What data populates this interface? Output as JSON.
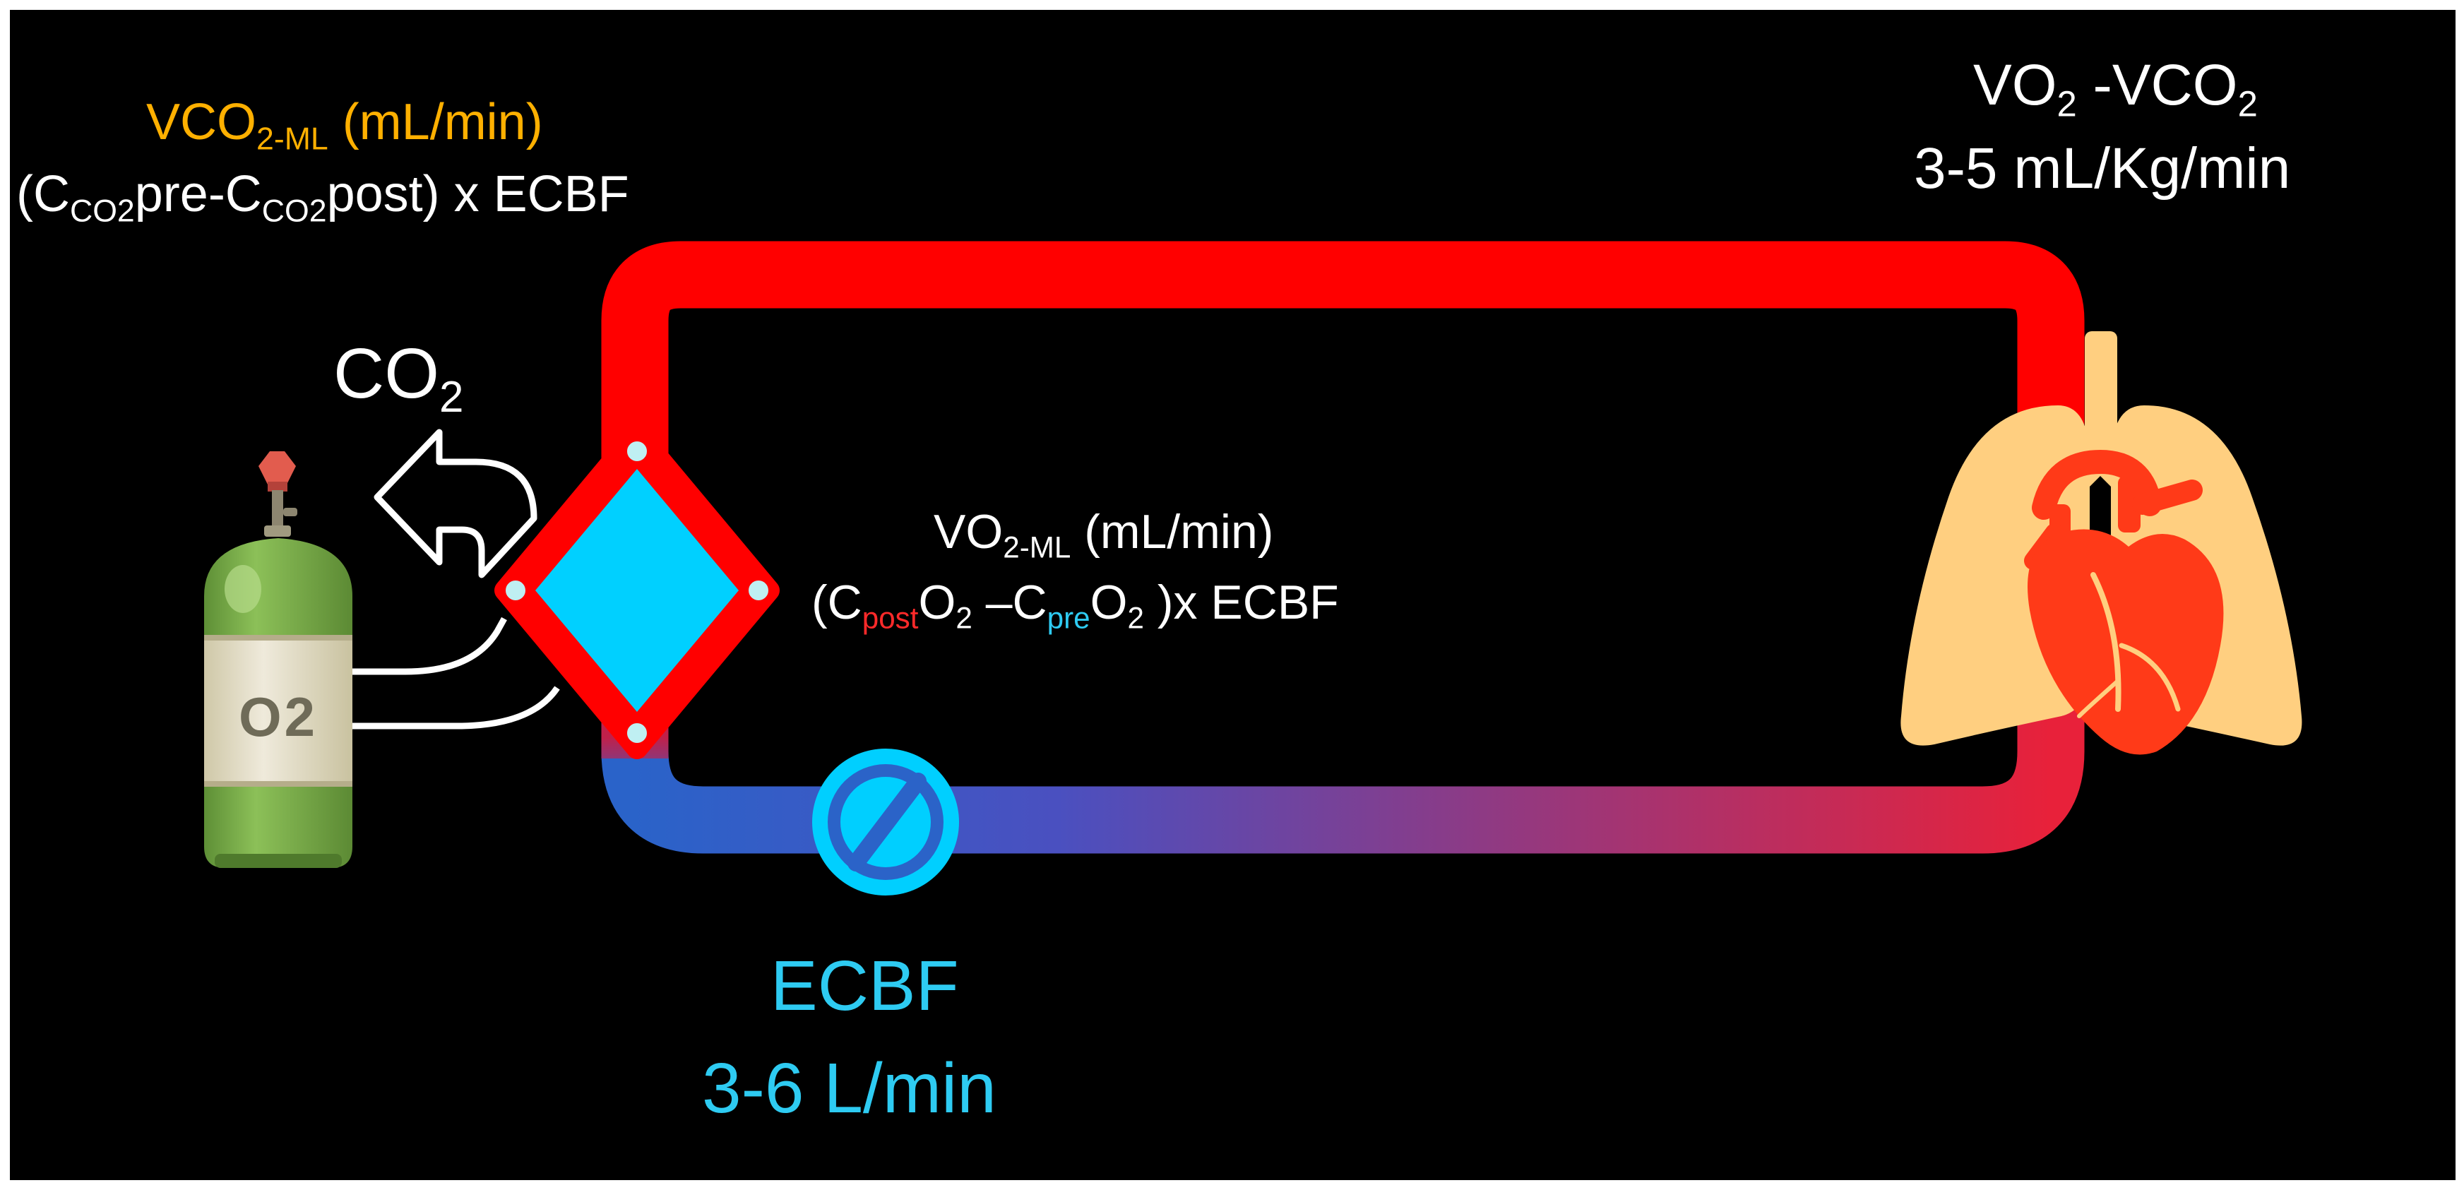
{
  "colors": {
    "background": "#000000",
    "arterial_red": "#ff0000",
    "venous_blue": "#2a63c9",
    "membrane_cyan": "#00d0ff",
    "label_orange": "#ffb000",
    "label_cyan": "#2ecbf2",
    "lung": "#ffcf80",
    "heart": "#ff3a18",
    "cylinder_green": "#7eb04a"
  },
  "labels": {
    "vco2_ml": {
      "main": "VCO",
      "sub": "2-ML",
      "unit": " (mL/min)"
    },
    "vco2_formula": {
      "open": "(C",
      "sub1": "CO2",
      "mid": "pre-C",
      "sub2": "CO2",
      "end": "post) x ECBF"
    },
    "co2": {
      "main": "CO",
      "sub": "2"
    },
    "vo2_ml": {
      "main": "VO",
      "sub": "2-ML",
      "unit": " (mL/min)"
    },
    "vo2_formula": {
      "open": "(C",
      "sub_post": "post",
      "o1": "O",
      "o1_sub": "2",
      "dash": " –C",
      "sub_pre": "pre",
      "o2": "O",
      "o2_sub": "2",
      "end": " )x ECBF"
    },
    "body_exchange": {
      "vo": "VO",
      "vo_sub": "2",
      "sep": " -VCO",
      "vco_sub": "2",
      "rate": "3-5 mL/Kg/min"
    },
    "ecbf": {
      "title": "ECBF",
      "rate": "3-6 L/min"
    },
    "cylinder": {
      "label": "O2"
    }
  },
  "icons": {
    "gas_cylinder": "oxygen-cylinder-icon",
    "oxygenator": "membrane-lung-icon",
    "pump": "blood-pump-icon",
    "patient": "lungs-heart-icon",
    "exhaust": "co2-exhaust-arrow-icon"
  }
}
